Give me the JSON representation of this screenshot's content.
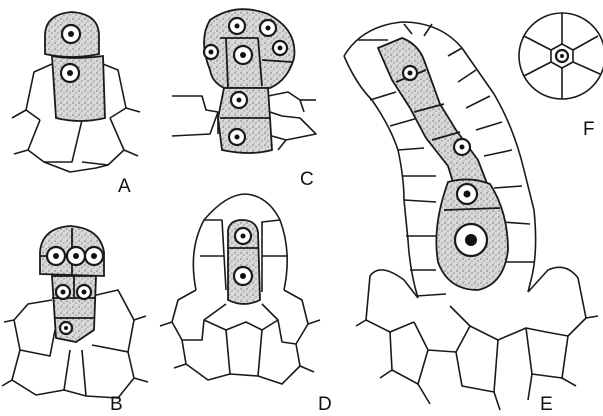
{
  "figure": {
    "labels": {
      "A": "A",
      "B": "B",
      "C": "C",
      "D": "D",
      "E": "E",
      "F": "F"
    }
  }
}
